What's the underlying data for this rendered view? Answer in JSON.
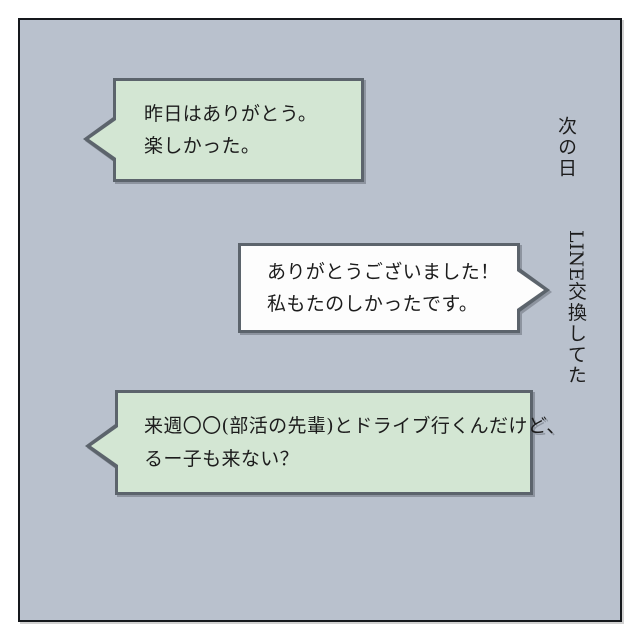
{
  "panel": {
    "background_color": "#b9c1cd",
    "border_color": "#15181c"
  },
  "colors": {
    "bubble_green": "#d3e6d3",
    "bubble_white": "#fdfdfd",
    "bubble_border": "#5c646c",
    "text": "#1c1c1c"
  },
  "bubbles": [
    {
      "id": "bubble-1",
      "speaker": "sender",
      "fill": "green",
      "tail": "left",
      "lines": [
        "昨日はありがとう。",
        "楽しかった。"
      ]
    },
    {
      "id": "bubble-2",
      "speaker": "recipient",
      "fill": "white",
      "tail": "right",
      "lines": [
        "ありがとうございました！",
        "私もたのしかったです。"
      ]
    },
    {
      "id": "bubble-3",
      "speaker": "sender",
      "fill": "green",
      "tail": "left",
      "lines": [
        "来週〇〇(部活の先輩)とドライブ行くんだけど、",
        "るー子も来ない？"
      ]
    }
  ],
  "narration": {
    "next_day": "次の日",
    "line_exchange_latin": "LINE",
    "line_exchange_rest": "交換してた"
  }
}
